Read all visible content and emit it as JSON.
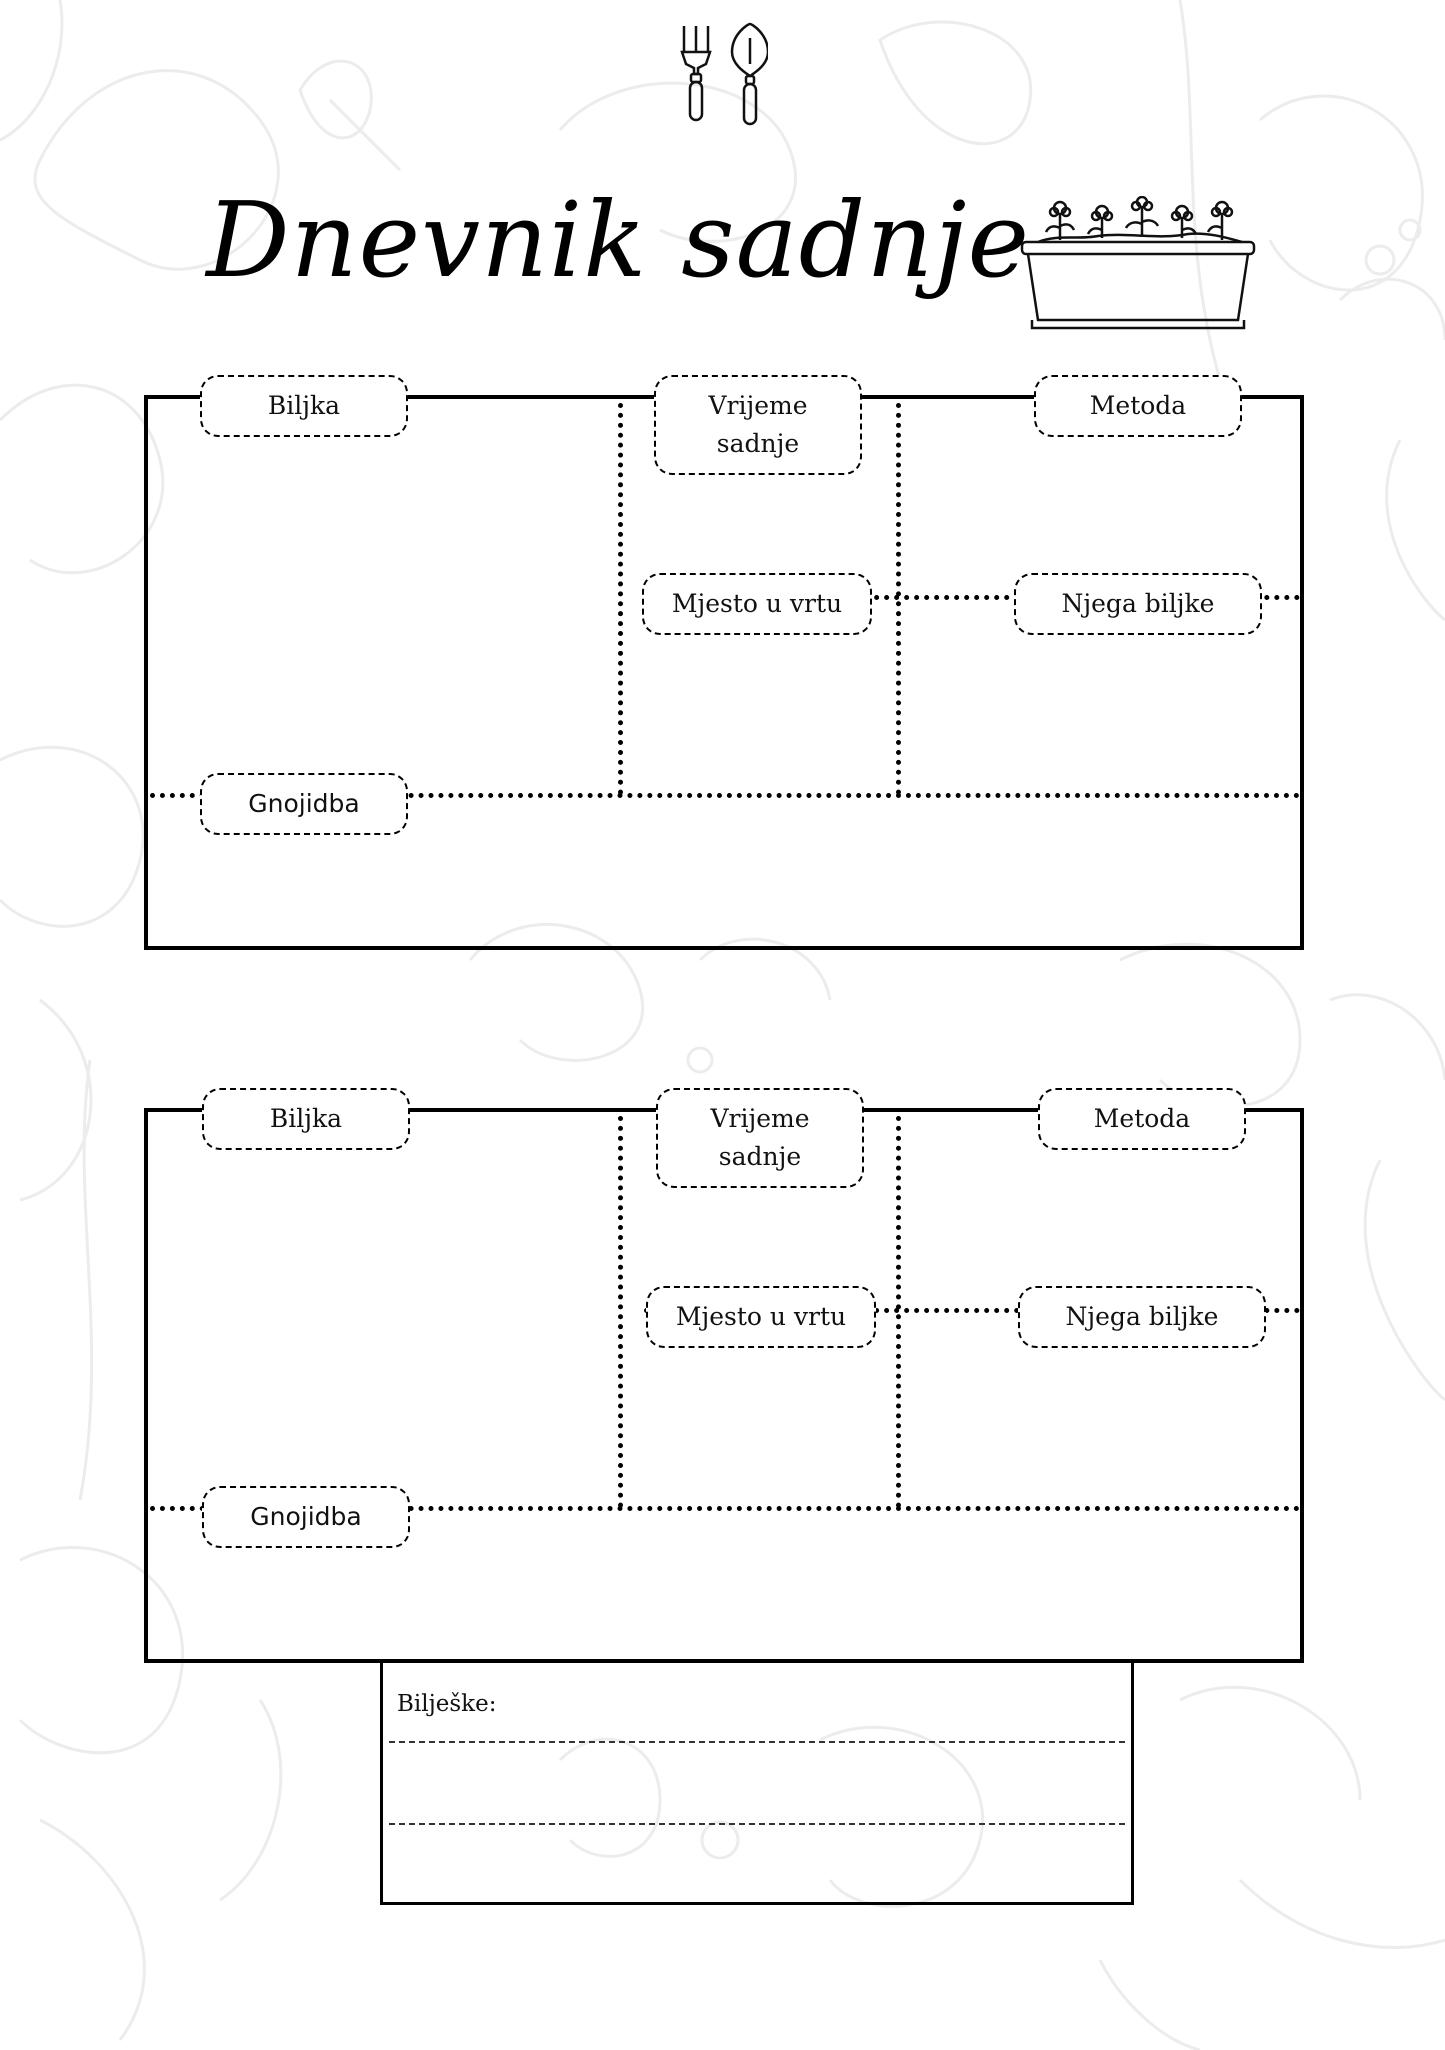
{
  "title": "Dnevnik sadnje",
  "icons": {
    "header_tools": "garden-tools-icon",
    "header_planter": "flower-planter-icon",
    "background": "floral-line-art"
  },
  "cards": [
    {
      "plant": "Biljka",
      "planting_time": "Vrijeme sadnje",
      "method": "Metoda",
      "garden_location": "Mjesto u vrtu",
      "plant_care": "Njega biljke",
      "fertilization": "Gnojidba"
    },
    {
      "plant": "Biljka",
      "planting_time": "Vrijeme sadnje",
      "method": "Metoda",
      "garden_location": "Mjesto u vrtu",
      "plant_care": "Njega biljke",
      "fertilization": "Gnojidba"
    }
  ],
  "notes": {
    "label": "Bilješke:"
  },
  "colors": {
    "ink": "#000000",
    "background_art": "#ececec",
    "paper": "#ffffff"
  }
}
